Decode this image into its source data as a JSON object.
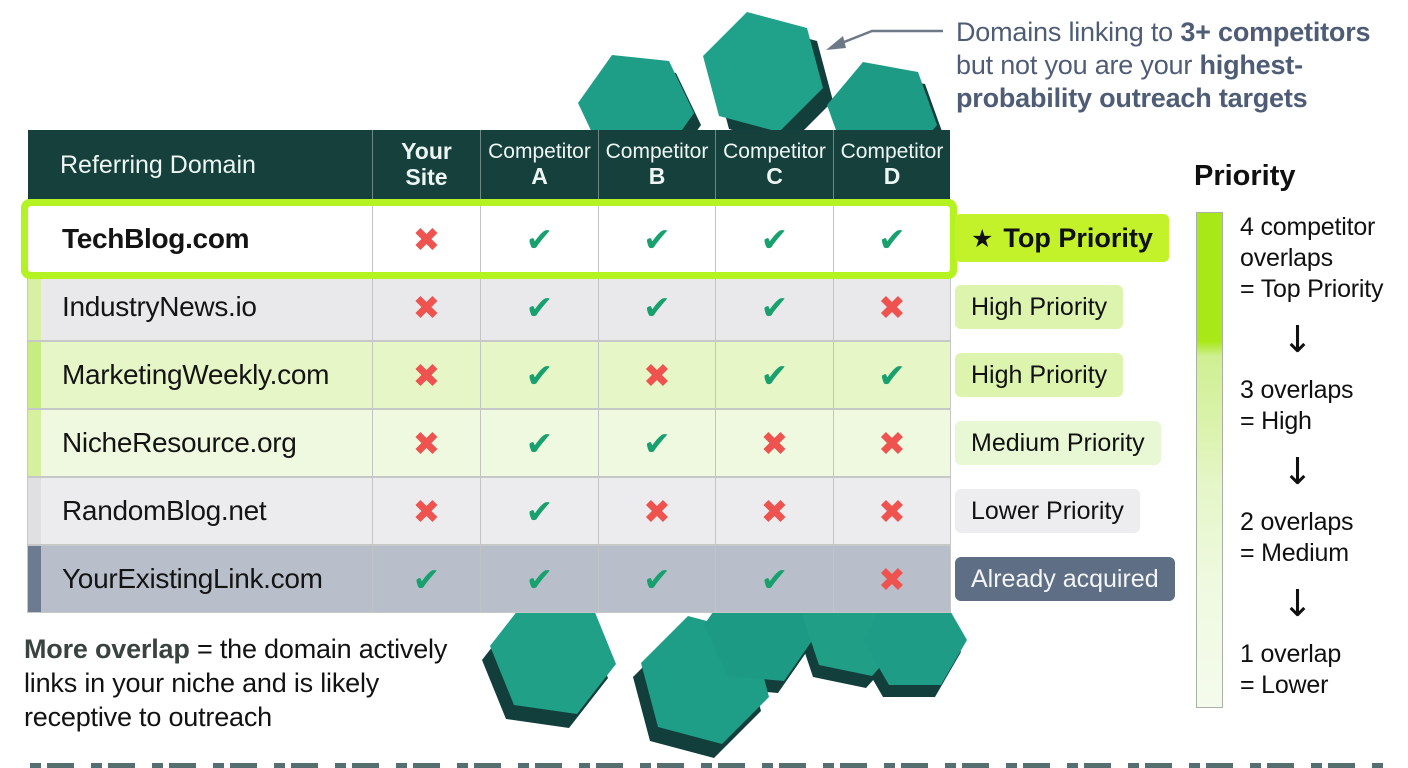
{
  "annotation": {
    "segments": [
      {
        "text": "Domains linking to ",
        "bold": false
      },
      {
        "text": "3+ competitors",
        "bold": true
      },
      {
        "text": " but not you are your ",
        "bold": false
      },
      {
        "text": "highest-probability outreach targets",
        "bold": true
      }
    ]
  },
  "table": {
    "headers": [
      {
        "top": "Referring Domain",
        "bottom": "",
        "emphasis": false
      },
      {
        "top": "Your",
        "bottom": "Site",
        "emphasis": true
      },
      {
        "top": "Competitor",
        "bottom": "A",
        "emphasis": false
      },
      {
        "top": "Competitor",
        "bottom": "B",
        "emphasis": false
      },
      {
        "top": "Competitor",
        "bottom": "C",
        "emphasis": false
      },
      {
        "top": "Competitor",
        "bottom": "D",
        "emphasis": false
      }
    ],
    "rows": [
      {
        "domain": "TechBlog.com",
        "bold": true,
        "highlight": true,
        "marks": [
          "x",
          "check",
          "check",
          "check",
          "check"
        ],
        "bg": "#ffffff",
        "accent": "#b5f221"
      },
      {
        "domain": "IndustryNews.io",
        "bold": false,
        "highlight": false,
        "marks": [
          "x",
          "check",
          "check",
          "check",
          "x"
        ],
        "bg": "#e9e9ec",
        "accent": "#d8f0a4"
      },
      {
        "domain": "MarketingWeekly.com",
        "bold": false,
        "highlight": false,
        "marks": [
          "x",
          "check",
          "x",
          "check",
          "check"
        ],
        "bg": "#e6f6c6",
        "accent": "#c7ec83"
      },
      {
        "domain": "NicheResource.org",
        "bold": false,
        "highlight": false,
        "marks": [
          "x",
          "check",
          "check",
          "x",
          "x"
        ],
        "bg": "#eff9df",
        "accent": "#d6f0a0"
      },
      {
        "domain": "RandomBlog.net",
        "bold": false,
        "highlight": false,
        "marks": [
          "x",
          "check",
          "x",
          "x",
          "x"
        ],
        "bg": "#ececee",
        "accent": "#e0e0e3"
      },
      {
        "domain": "YourExistingLink.com",
        "bold": false,
        "highlight": false,
        "marks": [
          "check",
          "check",
          "check",
          "check",
          "x"
        ],
        "bg": "#b9bfca",
        "accent": "#6c7b90"
      }
    ]
  },
  "priority_labels": [
    {
      "star": "★",
      "text": "Top Priority",
      "bg": "#c3f22a",
      "color": "#101010",
      "bold": true
    },
    {
      "star": "",
      "text": "High Priority",
      "bg": "#dcf4ae",
      "color": "#111111",
      "bold": false
    },
    {
      "star": "",
      "text": "High Priority",
      "bg": "#dcf4ae",
      "color": "#111111",
      "bold": false
    },
    {
      "star": "",
      "text": "Medium Priority",
      "bg": "#e9f8d4",
      "color": "#111111",
      "bold": false
    },
    {
      "star": "",
      "text": "Lower Priority",
      "bg": "#ededef",
      "color": "#111111",
      "bold": false
    },
    {
      "star": "",
      "text": "Already acquired",
      "bg": "#5e6e84",
      "color": "#f3f5f7",
      "bold": false
    }
  ],
  "legend": {
    "title": "Priority",
    "arrow": "↓",
    "items": [
      "4 competitor\noverlaps\n= Top Priority",
      "3 overlaps\n= High",
      "2 overlaps\n= Medium",
      "1 overlap\n= Lower"
    ]
  },
  "footnote": {
    "segments": [
      {
        "text": "More overlap",
        "bold": true
      },
      {
        "text": " = the domain actively links in your niche and is likely receptive to outreach",
        "bold": false
      }
    ]
  },
  "marks": {
    "check": "✔",
    "x": "✖"
  },
  "colors": {
    "check_green": "#18a06e",
    "cross_red": "#ee5350",
    "header_teal": "#15403c",
    "hex_teal": "#1f9e87",
    "hex_dark": "#123f3b",
    "lime": "#b5f221",
    "slate_text": "#4e5d75",
    "arrow_gray": "#6e7987"
  }
}
